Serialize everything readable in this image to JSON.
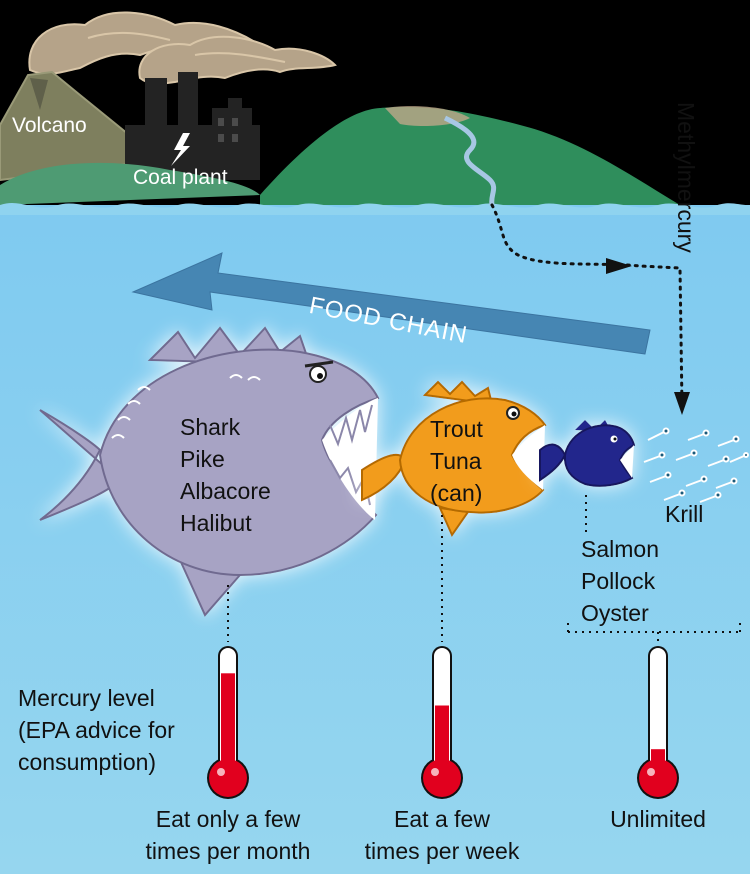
{
  "sources": {
    "volcano_label": "Volcano",
    "coal_plant_label": "Coal plant",
    "methylmercury_label": "Methylmercury"
  },
  "food_chain": {
    "label": "FOOD CHAIN"
  },
  "fish_groups": [
    {
      "lines": [
        "Shark",
        "Pike",
        "Albacore",
        "Halibut"
      ],
      "advice": [
        "Eat only a few",
        "times per month"
      ],
      "mercury_level": 0.78
    },
    {
      "lines": [
        "Trout",
        "Tuna",
        "(can)"
      ],
      "advice": [
        "Eat a few",
        "times per week"
      ],
      "mercury_level": 0.5
    },
    {
      "lines": [
        "Salmon",
        "Pollock",
        "Oyster"
      ],
      "advice": [
        "Unlimited"
      ],
      "mercury_level": 0.12
    }
  ],
  "krill_label": "Krill",
  "legend": {
    "lines": [
      "Mercury level",
      "(EPA advice for",
      "consumption)"
    ]
  },
  "colors": {
    "sky": "#000000",
    "water": "#8fd3ef",
    "hill_green": "#2f8e5c",
    "volcano": "#7e7f5e",
    "smoke": "#b5a389",
    "food_chain_arrow": "#4686b3",
    "large_fish": "#a7a3c4",
    "medium_fish": "#f29c1c",
    "small_fish": "#24288c",
    "mercury_red": "#e1001e"
  }
}
